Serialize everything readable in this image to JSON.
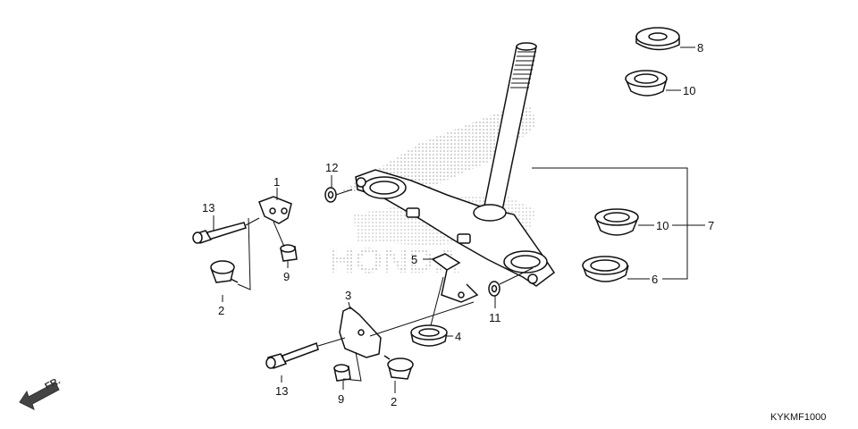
{
  "diagram_code": "KYKMF1000",
  "direction_label": "FR.",
  "callouts": [
    {
      "id": "c1",
      "label": "1"
    },
    {
      "id": "c2a",
      "label": "2"
    },
    {
      "id": "c2b",
      "label": "2"
    },
    {
      "id": "c3",
      "label": "3"
    },
    {
      "id": "c4",
      "label": "4"
    },
    {
      "id": "c5",
      "label": "5"
    },
    {
      "id": "c6",
      "label": "6"
    },
    {
      "id": "c7",
      "label": "7"
    },
    {
      "id": "c8",
      "label": "8"
    },
    {
      "id": "c9a",
      "label": "9"
    },
    {
      "id": "c9b",
      "label": "9"
    },
    {
      "id": "c10a",
      "label": "10"
    },
    {
      "id": "c10b",
      "label": "10"
    },
    {
      "id": "c11",
      "label": "11"
    },
    {
      "id": "c12",
      "label": "12"
    },
    {
      "id": "c13a",
      "label": "13"
    },
    {
      "id": "c13b",
      "label": "13"
    }
  ]
}
